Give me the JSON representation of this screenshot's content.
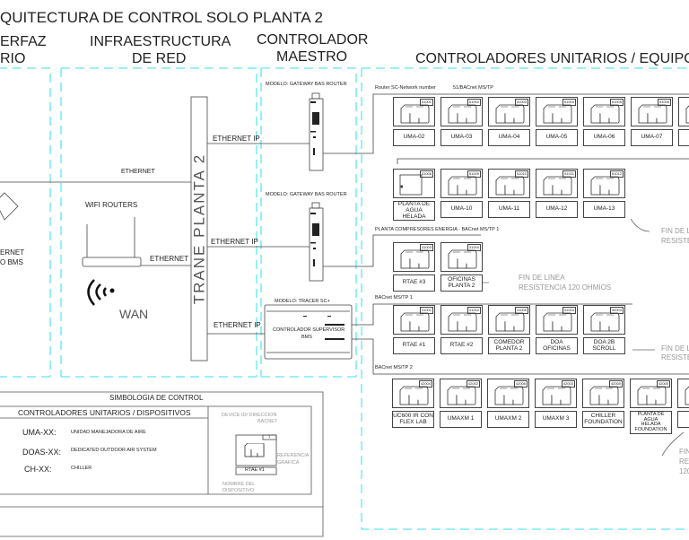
{
  "title": "QUITECTURA DE CONTROL SOLO PLANTA 2",
  "columns": {
    "interfaz": [
      "ERFAZ",
      "RIO"
    ],
    "red": [
      "INFRAESTRUCTURA",
      "DE RED"
    ],
    "maestro": [
      "CONTROLADOR",
      "MAESTRO"
    ],
    "unitarios": "CONTROLADORES UNITARIOS / EQUIPOS"
  },
  "interfaz": {
    "label": [
      "ERNET",
      "O BMS"
    ]
  },
  "network": {
    "ethernet_main": "ETHERNET",
    "wifi_label": "WIFI ROUTERS",
    "ethernet_router": "ETHERNET",
    "wan": "WAN",
    "trane_bus": "TRANE PLANTA 2",
    "ethernet_ip_1": "ETHERNET  IP",
    "ethernet_ip_2": "ETHERNET  IP",
    "ethernet_ip_3": "ETHERNET  IP"
  },
  "masters": {
    "gateway1": "MODELO: GATEWAY BAS ROUTER",
    "gateway2": "MODELO: GATEWAY BAS ROUTER",
    "tracer_model": "MODELO: TRACER SC+",
    "tracer_name": [
      "CONTROLADOR SUPERVISOR",
      "BMS"
    ]
  },
  "buses": {
    "row1_label": "Router SC-Network number",
    "row1_proto": "51/BACnet MS/TP",
    "row3_label": "PLANTA COMPRESORES ENERGIA - BACnet MS/TP 1",
    "row4_label": "BACnet MS/TP 1",
    "row5_label": "BACnet MS/TP 2"
  },
  "device_rows": [
    [
      {
        "id": "51001",
        "name": "UMA-02"
      },
      {
        "id": "51002",
        "name": "UMA-03"
      },
      {
        "id": "51003",
        "name": "UMA-04"
      },
      {
        "id": "51004",
        "name": "UMA-05"
      },
      {
        "id": "51005",
        "name": "UMA-06"
      },
      {
        "id": "51006",
        "name": "UMA-07"
      },
      {
        "id": "",
        "name": ""
      }
    ],
    [
      {
        "id": "51008",
        "name": "PLANTA DE\nAGUA HELADA",
        "icon": "cabinet"
      },
      {
        "id": "51009",
        "name": "UMA-10"
      },
      {
        "id": "51010",
        "name": "UMA-11"
      },
      {
        "id": "51011",
        "name": "UMA-12"
      },
      {
        "id": "51012",
        "name": "UMA-13"
      }
    ],
    [
      {
        "id": "31003",
        "name": "RTAE #3"
      },
      {
        "id": "31004",
        "name": "OFICINAS\nPLANTA 2"
      }
    ],
    [
      {
        "id": "41001",
        "name": "RTAE #1"
      },
      {
        "id": "41002",
        "name": "RTAE #2"
      },
      {
        "id": "41005",
        "name": "COMEDOR\nPLANTA 2"
      },
      {
        "id": "41004",
        "name": "DOA OFICINAS"
      },
      {
        "id": "40003",
        "name": "DOA 2B\nSCROLL"
      }
    ],
    [
      {
        "id": "42004",
        "name": "UC600 IR CON\nFLEX LAB"
      },
      {
        "id": "42002",
        "name": "UMAXM 1"
      },
      {
        "id": "42006",
        "name": "UMAXM 2"
      },
      {
        "id": "42003",
        "name": "UMAXM 3"
      },
      {
        "id": "42000",
        "name": "CHILLER\nFOUNDATION"
      },
      {
        "id": "42005",
        "name": "PLANTA DE AGUA\nHELADA FOUNDATION"
      },
      {
        "id": "",
        "name": ""
      }
    ]
  ],
  "notes": {
    "fin1": [
      "FIN DE LINEA",
      "RESISTENCIA 120 OHMIOS"
    ],
    "fin_r1": [
      "FIN DE L",
      "RESISTE"
    ],
    "fin_r2": [
      "FIN DE L",
      "RESISTE"
    ],
    "fin_r3": [
      "FIN",
      "RE",
      "120"
    ]
  },
  "legend": {
    "title": "SIMBOLOGIA DE CONTROL",
    "subtitle": "CONTROLADORES UNITARIOS / DISPOSITIVOS",
    "items": [
      {
        "code": "UMA-XX:",
        "desc": "UNIDAD MANEJADORA DE AIRE"
      },
      {
        "code": "DOAS-XX:",
        "desc": "DEDICATED OUTDOOR AIR SYSTEM"
      },
      {
        "code": "CH-XX:",
        "desc": "CHILLER"
      }
    ],
    "device_id_note": [
      "DEVICE ID/ DIRECCION",
      "BACNET"
    ],
    "ref_note": [
      "REFERENCIA",
      "GRAFICA"
    ],
    "name_note": [
      "NOMBRE DEL",
      "DISPOSITIVO"
    ],
    "sample_name": "RTAE #1",
    "sample_id": "1"
  },
  "colors": {
    "zone_border": "#5ee8f0",
    "line": "#444444",
    "note": "#999999"
  }
}
